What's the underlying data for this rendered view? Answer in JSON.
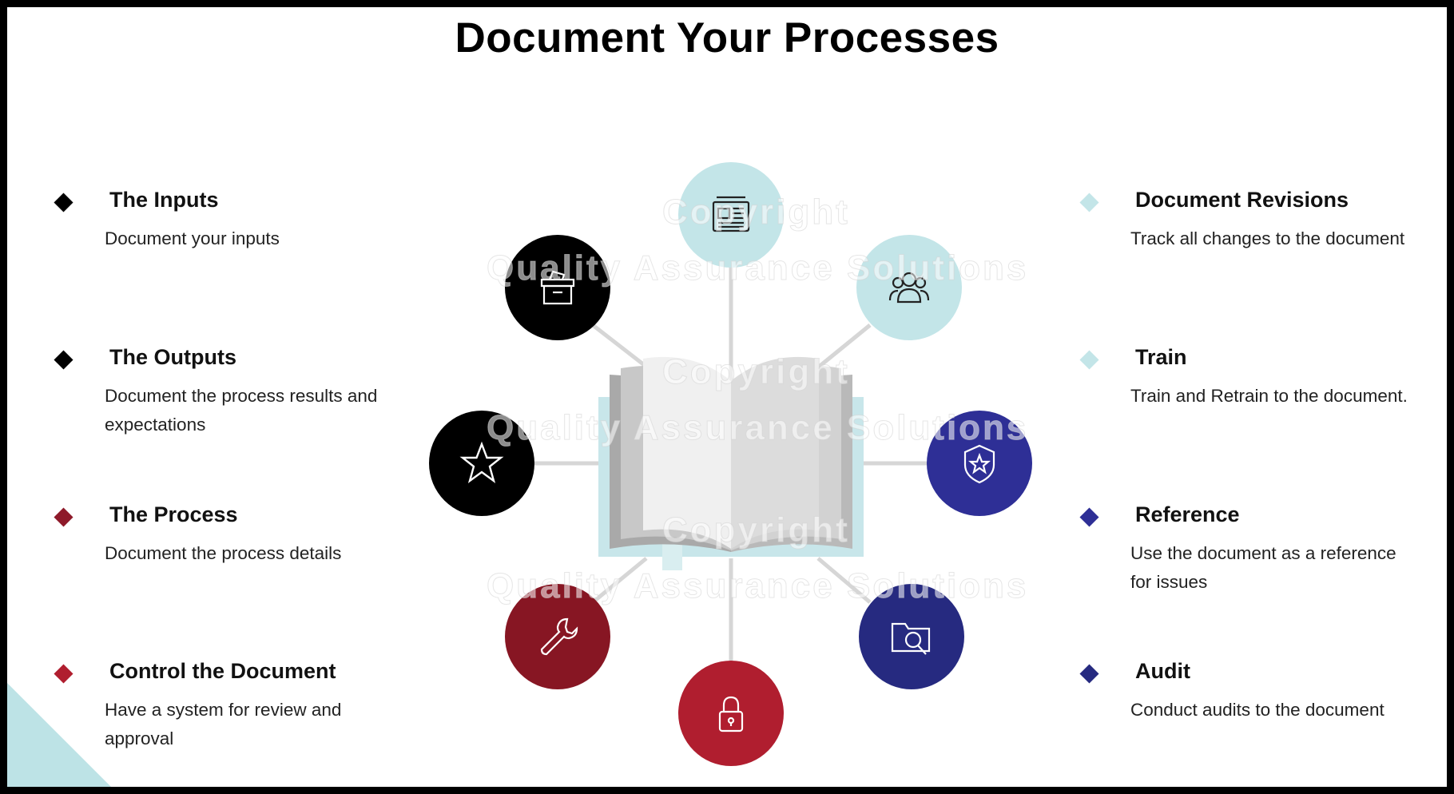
{
  "title": "Document Your Processes",
  "colors": {
    "black": "#000000",
    "light_teal": "#c3e5e8",
    "navy": "#2e2f96",
    "dark_navy": "#262a80",
    "crimson": "#b01e2f",
    "dark_red": "#871623",
    "corner": "#bde3e6"
  },
  "left_items": [
    {
      "heading": "The Inputs",
      "description": "Document your inputs",
      "color": "#000000"
    },
    {
      "heading": "The Outputs",
      "description": "Document the process results and expectations",
      "color": "#000000"
    },
    {
      "heading": "The Process",
      "description": "Document the process details",
      "color": "#8e1a2a"
    },
    {
      "heading": "Control the Document",
      "description": "Have a system for review and approval",
      "color": "#b01e2f"
    }
  ],
  "right_items": [
    {
      "heading": "Document Revisions",
      "description": "Track all changes to the document",
      "color": "#c3e5e8"
    },
    {
      "heading": "Train",
      "description": "Train and Retrain to the document.",
      "color": "#c3e5e8"
    },
    {
      "heading": "Reference",
      "description": "Use the document as a reference for issues",
      "color": "#2e2f96"
    },
    {
      "heading": "Audit",
      "description": "Conduct audits to the document",
      "color": "#262a80"
    }
  ],
  "nodes": [
    {
      "icon": "newspaper-icon",
      "color": "#c3e5e8"
    },
    {
      "icon": "people-icon",
      "color": "#c3e5e8"
    },
    {
      "icon": "badge-star-icon",
      "color": "#2e2f96"
    },
    {
      "icon": "folder-search-icon",
      "color": "#262a80"
    },
    {
      "icon": "lock-icon",
      "color": "#b01e2f"
    },
    {
      "icon": "wrench-icon",
      "color": "#871623"
    },
    {
      "icon": "star-icon",
      "color": "#000000"
    },
    {
      "icon": "archive-box-icon",
      "color": "#000000"
    }
  ],
  "watermark": {
    "line1": "Copyright",
    "line2": "Quality Assurance Solutions"
  }
}
